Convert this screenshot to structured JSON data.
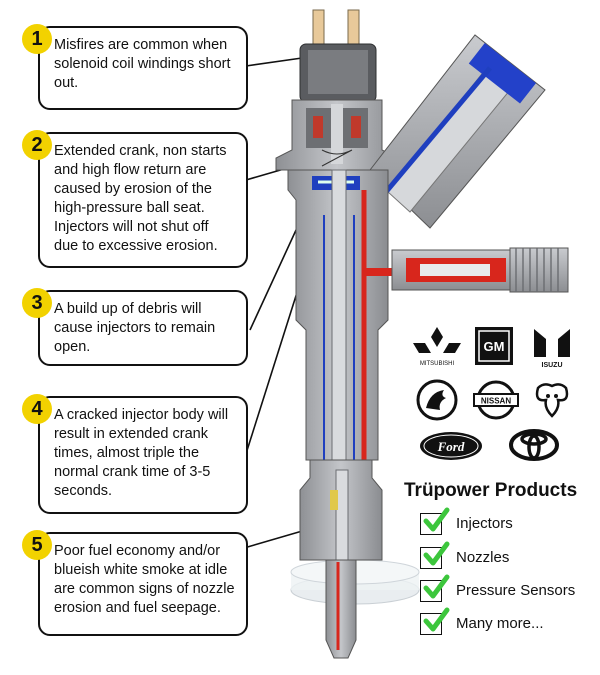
{
  "callouts": [
    {
      "number": "1",
      "text": "Misfires are common when solenoid coil windings short out."
    },
    {
      "number": "2",
      "text": "Extended crank, non starts and high flow return are caused by erosion of the high-pressure ball seat. Injectors will not shut off due to excessive erosion."
    },
    {
      "number": "3",
      "text": "A build up of debris will cause injectors to remain open."
    },
    {
      "number": "4",
      "text": "A cracked injector body will result in extended crank times, almost triple the normal crank time of 3-5 seconds."
    },
    {
      "number": "5",
      "text": "Poor fuel economy and/or blueish white smoke at idle are common signs of nozzle erosion and fuel seepage."
    }
  ],
  "products": {
    "title": "Trüpower Products",
    "items": [
      "Injectors",
      "Nozzles",
      "Pressure Sensors",
      "Many more..."
    ]
  },
  "brands": {
    "mitsubishi": "MITSUBISHI",
    "gm": "GM",
    "isuzu": "ISUZU",
    "nissan": "NISSAN",
    "ford": "Ford"
  },
  "colors": {
    "badge": "#f2d200",
    "check": "#3cc63c",
    "high_pressure_fuel": "#d8261c",
    "return_fuel": "#1f3fbf",
    "steel": "#a7a9ad"
  }
}
